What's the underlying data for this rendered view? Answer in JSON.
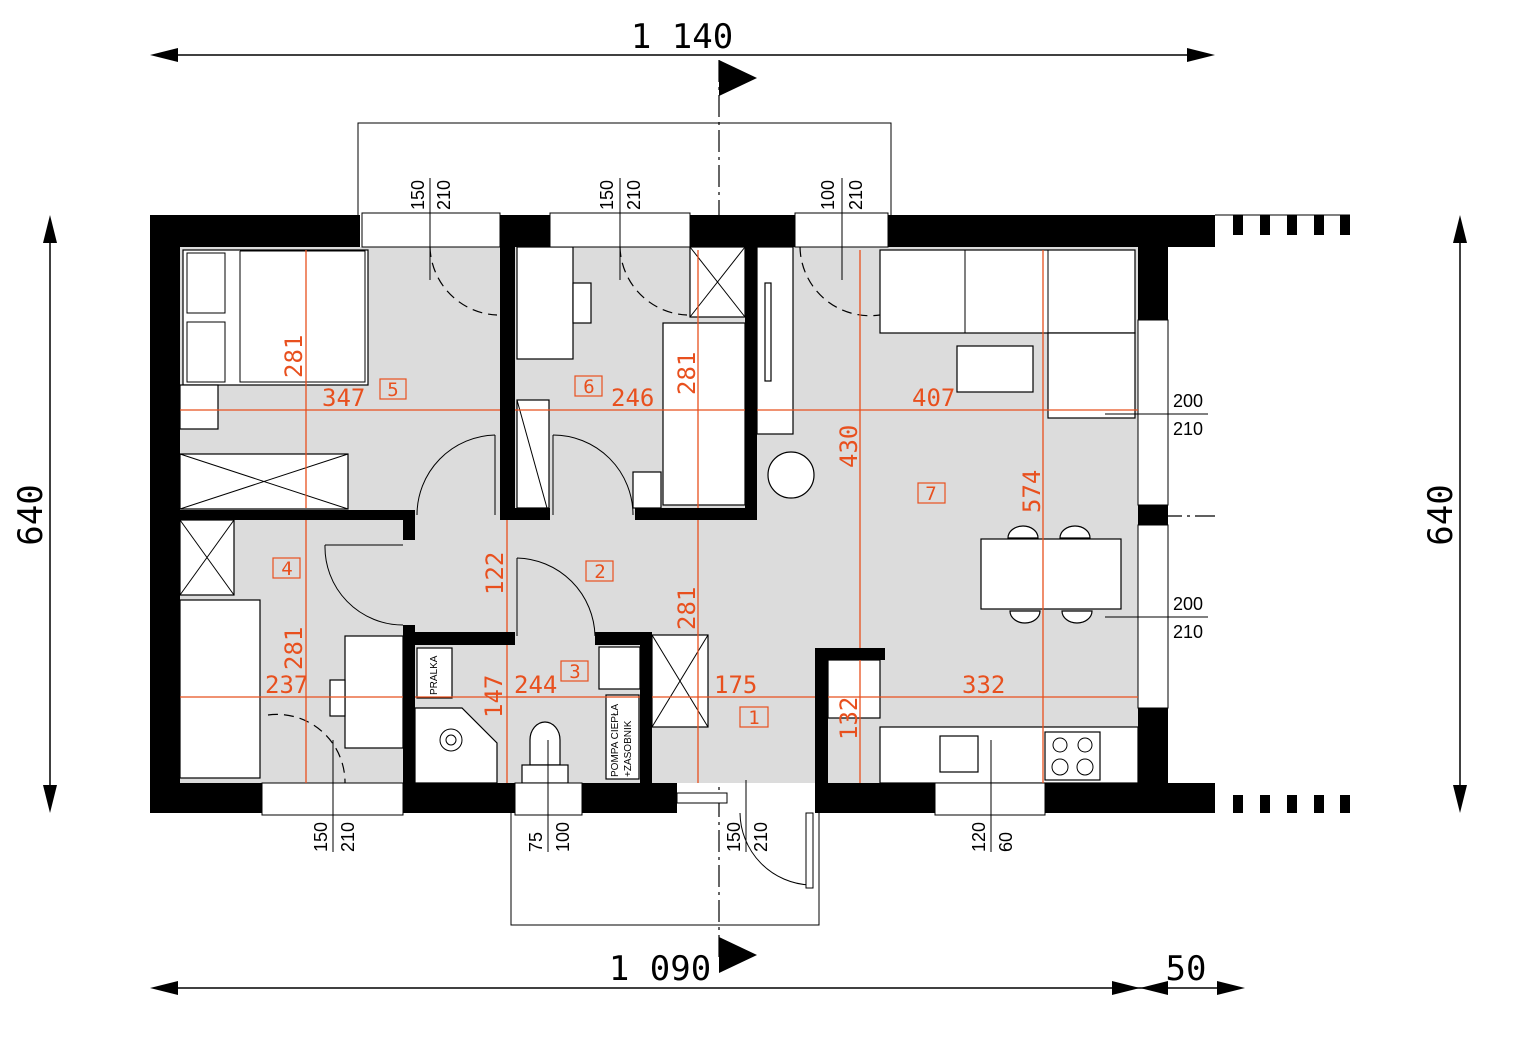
{
  "dimensions": {
    "top_total": "1 140",
    "bottom_total": "1 090",
    "bottom_extra": "50",
    "left_height": "640",
    "right_height": "640"
  },
  "windows": {
    "top": [
      {
        "width": "150",
        "height": "210"
      },
      {
        "width": "150",
        "height": "210"
      },
      {
        "width": "100",
        "height": "210"
      }
    ],
    "bottom": [
      {
        "width": "150",
        "height": "210"
      },
      {
        "width": "75",
        "height": "100"
      },
      {
        "width": "150",
        "height": "210"
      },
      {
        "width": "120",
        "height": "60"
      }
    ],
    "right": [
      {
        "width": "200",
        "height": "210"
      },
      {
        "width": "200",
        "height": "210"
      }
    ]
  },
  "rooms": [
    {
      "number": "1"
    },
    {
      "number": "2"
    },
    {
      "number": "3"
    },
    {
      "number": "4"
    },
    {
      "number": "5"
    },
    {
      "number": "6"
    },
    {
      "number": "7"
    }
  ],
  "room_dims": {
    "r5_depth": "281",
    "r5_width": "347",
    "r6_width": "246",
    "r6_depth": "281",
    "r7_width": "407",
    "r7_depth_a": "430",
    "r7_depth_b": "574",
    "r2_depth": "122",
    "r1_depth": "281",
    "r4_depth": "281",
    "r4_width": "237",
    "r3_width": "244",
    "r3_depth": "147",
    "r1_width": "175",
    "kitchen_width": "332",
    "kitchen_depth": "132"
  },
  "labels": {
    "washer": "PRALKA",
    "heat_pump_1": "POMPA CIEPŁA",
    "heat_pump_2": "+ZASOBNIK"
  },
  "colors": {
    "dimension": "#e8501e",
    "floor": "#dcdcdc",
    "wall": "#000000"
  }
}
